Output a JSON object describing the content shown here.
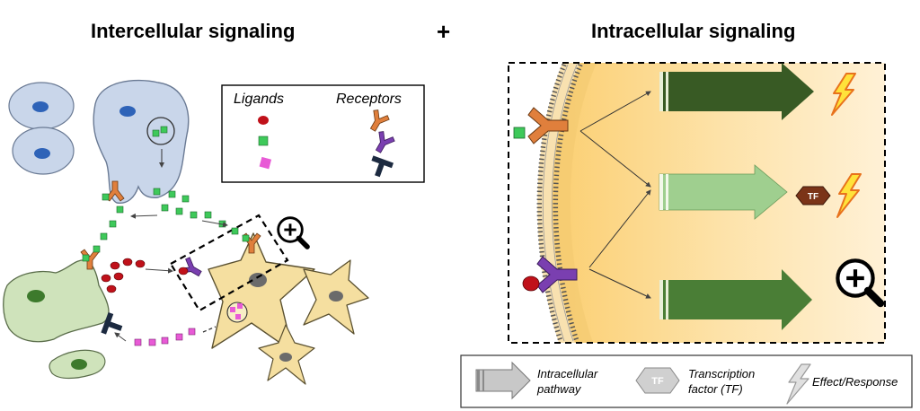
{
  "titles": {
    "left": "Intercellular signaling",
    "plus": "+",
    "right": "Intracellular signaling"
  },
  "legend_top": {
    "ligands_header": "Ligands",
    "receptors_header": "Receptors"
  },
  "legend_bottom": {
    "pathway_label_1": "Intracellular",
    "pathway_label_2": "pathway",
    "tf_icon_label": "TF",
    "tf_label_1": "Transcription",
    "tf_label_2": "factor (TF)",
    "effect_label": "Effect/Response"
  },
  "diagram": {
    "tf_badge": "TF"
  },
  "colors": {
    "ligand_red": "#c0111a",
    "ligand_green": "#3ec95a",
    "ligand_pink": "#e85ad6",
    "receptor_orange": "#e07f3c",
    "receptor_purple": "#7a3fb0",
    "receptor_navy": "#1c2a40",
    "cell_blue": "#c9d6ea",
    "cell_green": "#cfe3bb",
    "cell_yellow": "#f5dfa0",
    "arrow_dark": "#385a24",
    "arrow_light": "#9fcf8f",
    "arrow_mid": "#4a7e36",
    "tf_brown": "#7b3418",
    "bolt_yellow": "#ffe23a",
    "bolt_orange": "#e8721c"
  }
}
